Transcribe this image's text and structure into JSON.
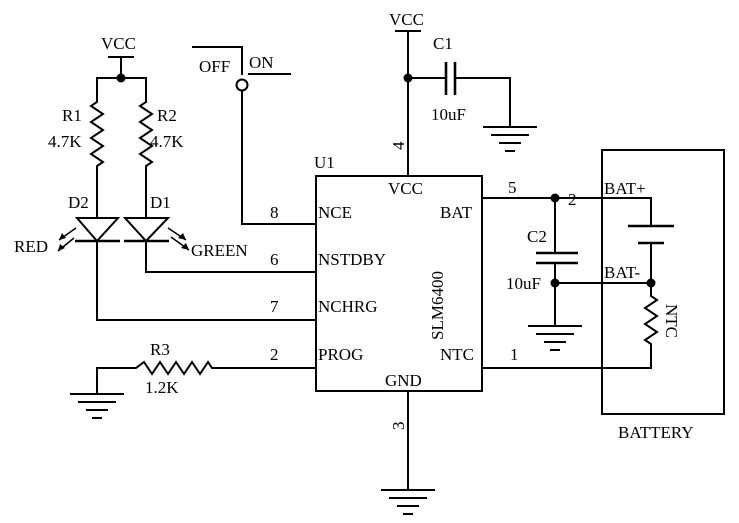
{
  "ic": {
    "ref": "U1",
    "part": "SLM6400",
    "pins": {
      "vcc": {
        "name": "VCC",
        "num": "4"
      },
      "nce": {
        "name": "NCE",
        "num": "8"
      },
      "nstdby": {
        "name": "NSTDBY",
        "num": "6"
      },
      "nchrg": {
        "name": "NCHRG",
        "num": "7"
      },
      "prog": {
        "name": "PROG",
        "num": "2"
      },
      "bat": {
        "name": "BAT",
        "num": "5"
      },
      "ntc": {
        "name": "NTC",
        "num": "1"
      },
      "gnd": {
        "name": "GND",
        "num": "3"
      }
    }
  },
  "power": {
    "vcc_left": "VCC",
    "vcc_top": "VCC"
  },
  "switch": {
    "off": "OFF",
    "on": "ON"
  },
  "resistors": {
    "r1": {
      "ref": "R1",
      "value": "4.7K"
    },
    "r2": {
      "ref": "R2",
      "value": "4.7K"
    },
    "r3": {
      "ref": "R3",
      "value": "1.2K"
    }
  },
  "leds": {
    "d2": {
      "ref": "D2",
      "color": "RED"
    },
    "d1": {
      "ref": "D1",
      "color": "GREEN"
    }
  },
  "capacitors": {
    "c1": {
      "ref": "C1",
      "value": "10uF"
    },
    "c2": {
      "ref": "C2",
      "value": "10uF"
    }
  },
  "battery": {
    "label": "BATTERY",
    "pos": "BAT+",
    "neg": "BAT-",
    "node_pos": "2",
    "thermistor": "NTC"
  }
}
